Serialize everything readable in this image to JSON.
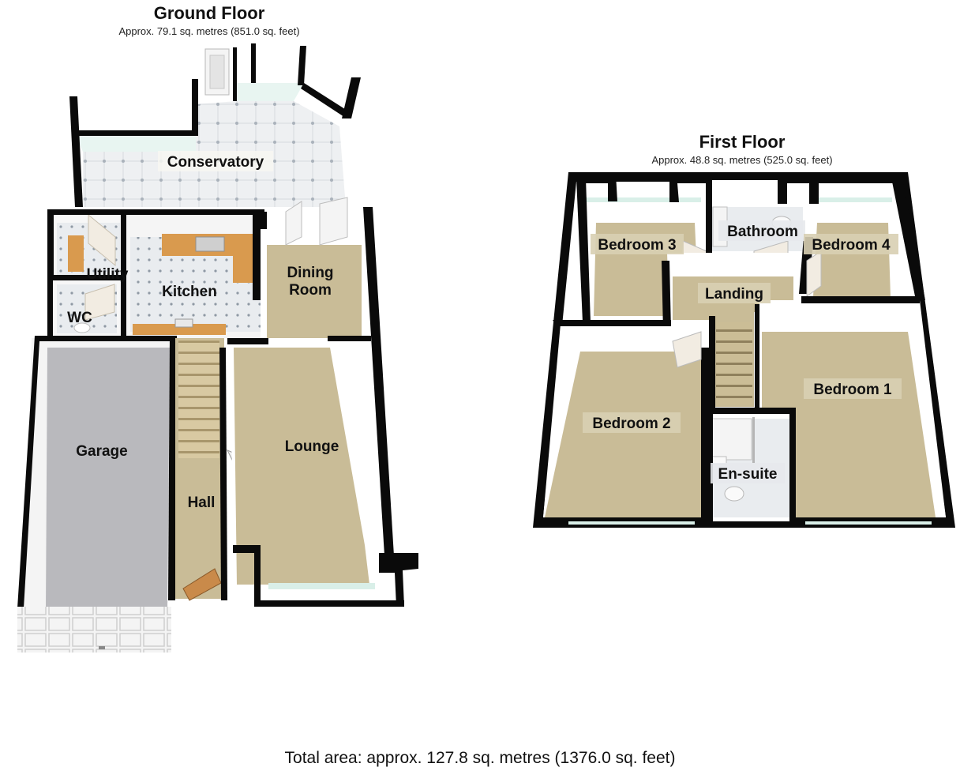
{
  "ground_floor": {
    "title": "Ground Floor",
    "area": "Approx. 79.1 sq. metres (851.0 sq. feet)",
    "rooms": {
      "conservatory": "Conservatory",
      "utility": "Utility",
      "kitchen": "Kitchen",
      "dining_room_line1": "Dining",
      "dining_room_line2": "Room",
      "wc": "WC",
      "garage": "Garage",
      "lounge": "Lounge",
      "hall": "Hall"
    }
  },
  "first_floor": {
    "title": "First Floor",
    "area": "Approx. 48.8 sq. metres (525.0 sq. feet)",
    "rooms": {
      "bedroom_3": "Bedroom 3",
      "bathroom": "Bathroom",
      "bedroom_4": "Bedroom 4",
      "landing": "Landing",
      "bedroom_2": "Bedroom 2",
      "bedroom_1": "Bedroom 1",
      "en_suite": "En-suite"
    }
  },
  "total_area": "Total area: approx. 127.8 sq. metres (1376.0 sq. feet)",
  "colors": {
    "wall": "#0a0a0a",
    "carpet": "#c9bc97",
    "tile": "#eef0f2",
    "garage_floor": "#b9b9bd",
    "worktop": "#d99a4e",
    "wall_face": "#f7f7f7",
    "sky_tint": "#d9efe8"
  }
}
